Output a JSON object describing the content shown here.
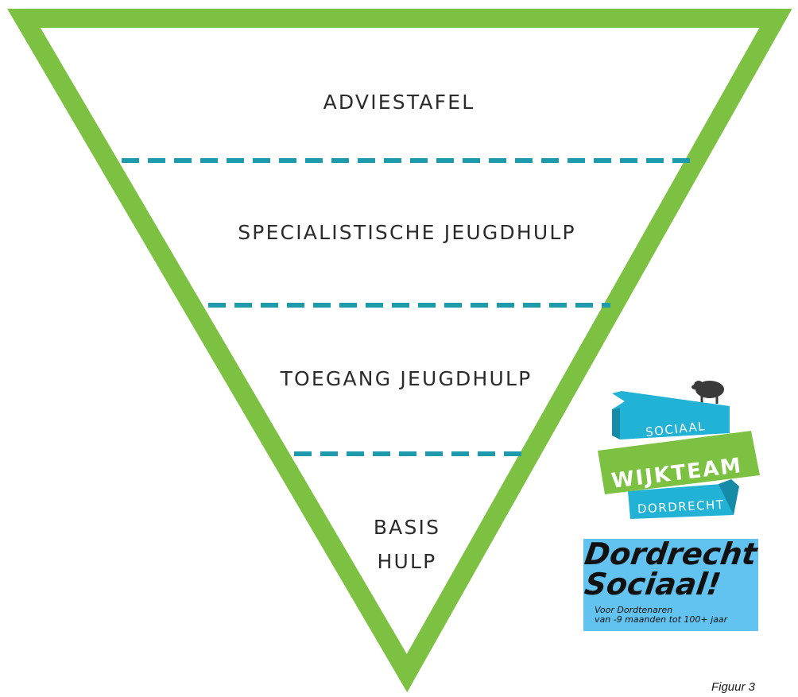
{
  "diagram": {
    "layers": [
      "ADVIESTAFEL",
      "SPECIALISTISCHE JEUGDHULP",
      "TOEGANG JEUGDHULP",
      [
        "BASIS",
        "HULP"
      ]
    ]
  },
  "logos": {
    "wijkteam": {
      "top_word": "SOCIAAL",
      "middle_word": "WIJKTEAM",
      "bottom_word": "DORDRECHT",
      "color_blue": "#21b2d6",
      "color_green": "#7dc142",
      "color_sheep": "#3a3a3a"
    },
    "dordrecht_sociaal": {
      "title_line1": "Dordrecht",
      "title_line2": "Sociaal!",
      "tagline_line1": "Voor Dordtenaren",
      "tagline_line2": "van -9 maanden tot 100+ jaar",
      "background": "#63c3f0"
    }
  },
  "caption": "Figuur 3",
  "colors": {
    "triangle_outline": "#7dc142",
    "divider": "#1e9aad",
    "text": "#2b2b2b"
  }
}
